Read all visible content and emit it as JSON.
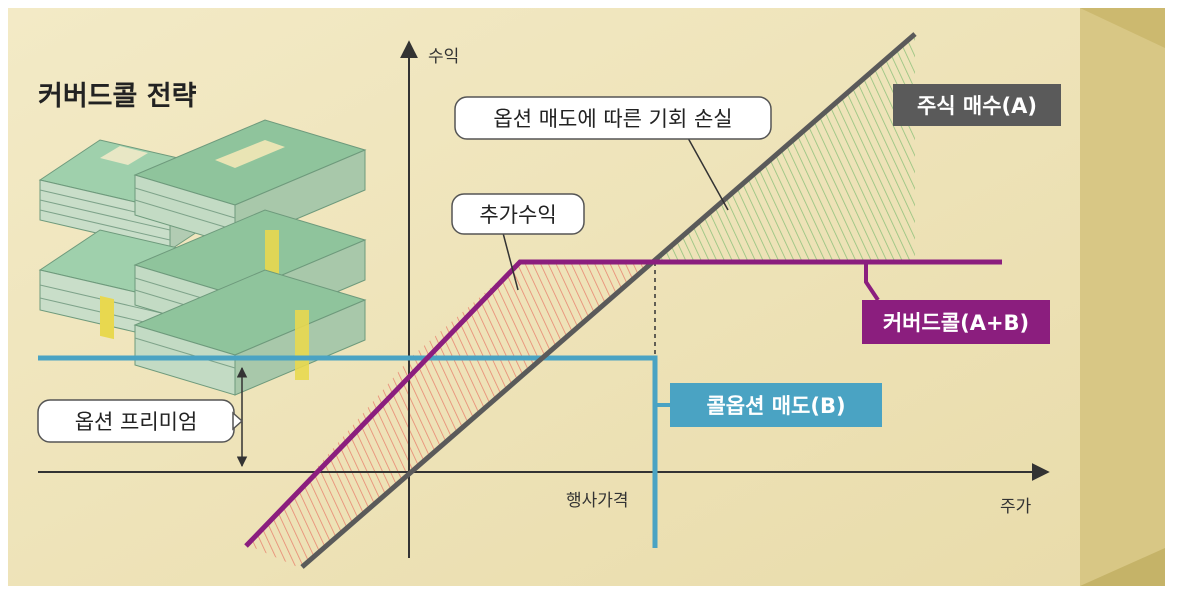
{
  "title": "커버드콜 전략",
  "axes": {
    "y_label": "수익",
    "x_label": "주가",
    "strike_label": "행사가격"
  },
  "callouts": {
    "opportunity_loss": "옵션 매도에 따른 기회 손실",
    "extra_profit": "추가수익",
    "option_premium": "옵션 프리미엄"
  },
  "tags": {
    "stock_buy": "주식 매수(A)",
    "covered_call": "커버드콜(A+B)",
    "call_sell": "콜옵션 매도(B)"
  },
  "colors": {
    "background": "#eee3b9",
    "box_top": "#f5edc8",
    "box_side": "#ddcd8e",
    "stock_line": "#5a5a5a",
    "covered_call_line": "#8b1e7e",
    "call_sell_line": "#4aa3c3",
    "extra_profit_hatch": "#e8826e",
    "opportunity_loss_hatch": "#8cc07a",
    "money_green": "#8fc49c"
  },
  "icons": [
    "money-stack-icon"
  ]
}
